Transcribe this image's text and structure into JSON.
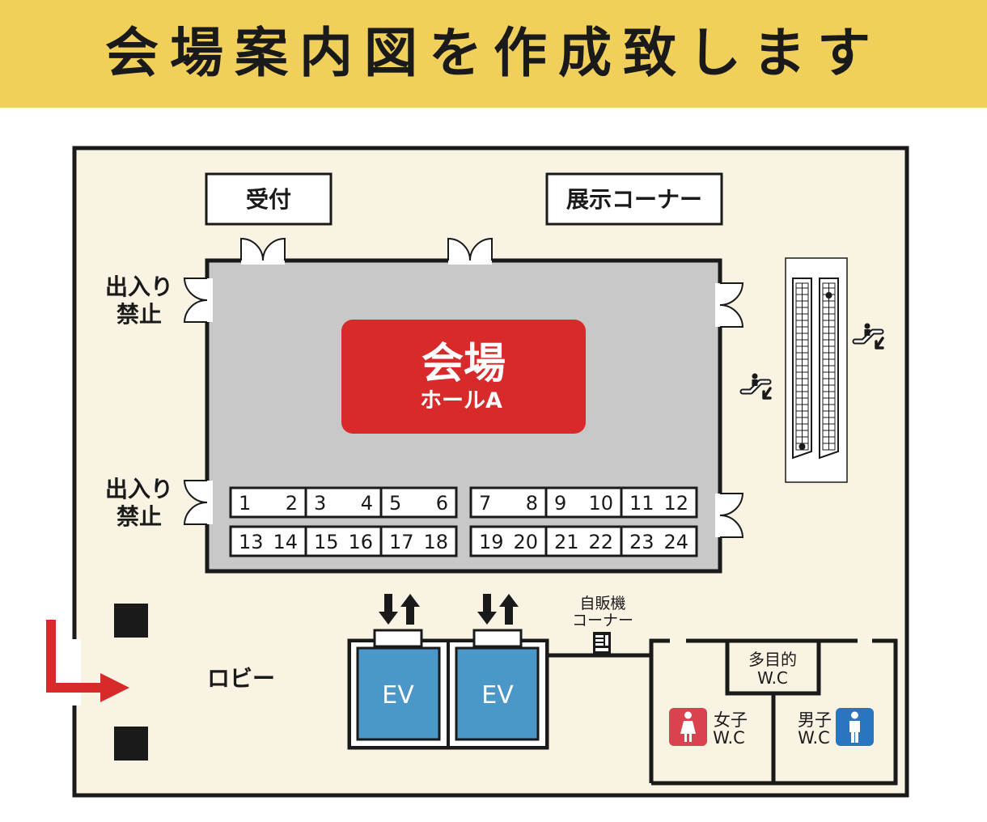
{
  "header": {
    "title": "会場案内図を作成致します"
  },
  "colors": {
    "banner": "#f0d05a",
    "floor": "#f8f3e3",
    "hall": "#c8c8c8",
    "accent": "#d82a2a",
    "elevator": "#4b97c8",
    "female": "#d9434f",
    "male": "#2a75c0"
  },
  "rooms": {
    "reception": "受付",
    "exhibition": "展示コーナー"
  },
  "hall": {
    "name": "会場",
    "sub": "ホールA"
  },
  "no_entry": [
    {
      "line1": "出入り",
      "line2": "禁止"
    },
    {
      "line1": "出入り",
      "line2": "禁止"
    }
  ],
  "booths": [
    "1",
    "2",
    "3",
    "4",
    "5",
    "6",
    "7",
    "8",
    "9",
    "10",
    "11",
    "12",
    "13",
    "14",
    "15",
    "16",
    "17",
    "18",
    "19",
    "20",
    "21",
    "22",
    "23",
    "24"
  ],
  "elevators": [
    "EV",
    "EV"
  ],
  "vending": {
    "line1": "自販機",
    "line2": "コーナー"
  },
  "lobby": "ロビー",
  "restrooms": {
    "multipurpose": {
      "line1": "多目的",
      "line2": "W.C"
    },
    "female": {
      "line1": "女子",
      "line2": "W.C"
    },
    "male": {
      "line1": "男子",
      "line2": "W.C"
    }
  },
  "icons": [
    "escalator-icon",
    "female-icon",
    "male-icon",
    "elevator-arrows-icon",
    "entrance-arrow-icon",
    "vending-machine-icon"
  ]
}
